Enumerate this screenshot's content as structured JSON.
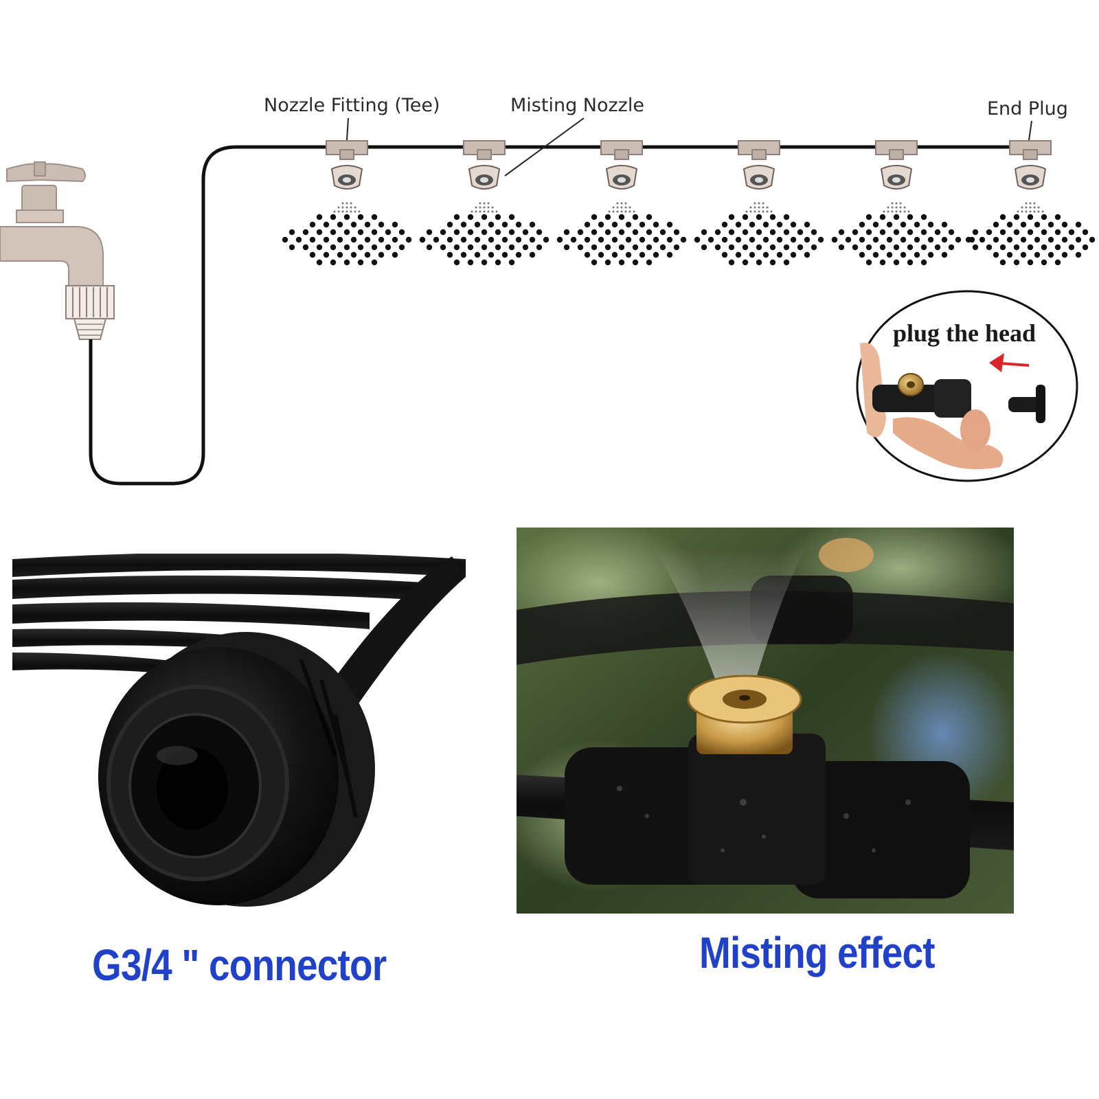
{
  "diagram": {
    "labels": {
      "nozzle_fitting": "Nozzle Fitting (Tee)",
      "misting_nozzle": "Misting Nozzle",
      "end_plug": "End Plug"
    },
    "inset": {
      "text": "plug the head"
    }
  },
  "photos": {
    "connector_caption": "G3/4 \" connector",
    "misting_caption": "Misting effect"
  },
  "colors": {
    "caption_blue": "#2142c8",
    "pipe_black": "#111111",
    "fitting_beige": "#cbbdb3",
    "brass": "#c8a15a",
    "arrow_red": "#d8262a"
  },
  "icons": [
    "faucet-icon",
    "tee-fitting-icon",
    "misting-nozzle-icon",
    "end-plug-icon",
    "red-arrow-icon"
  ]
}
